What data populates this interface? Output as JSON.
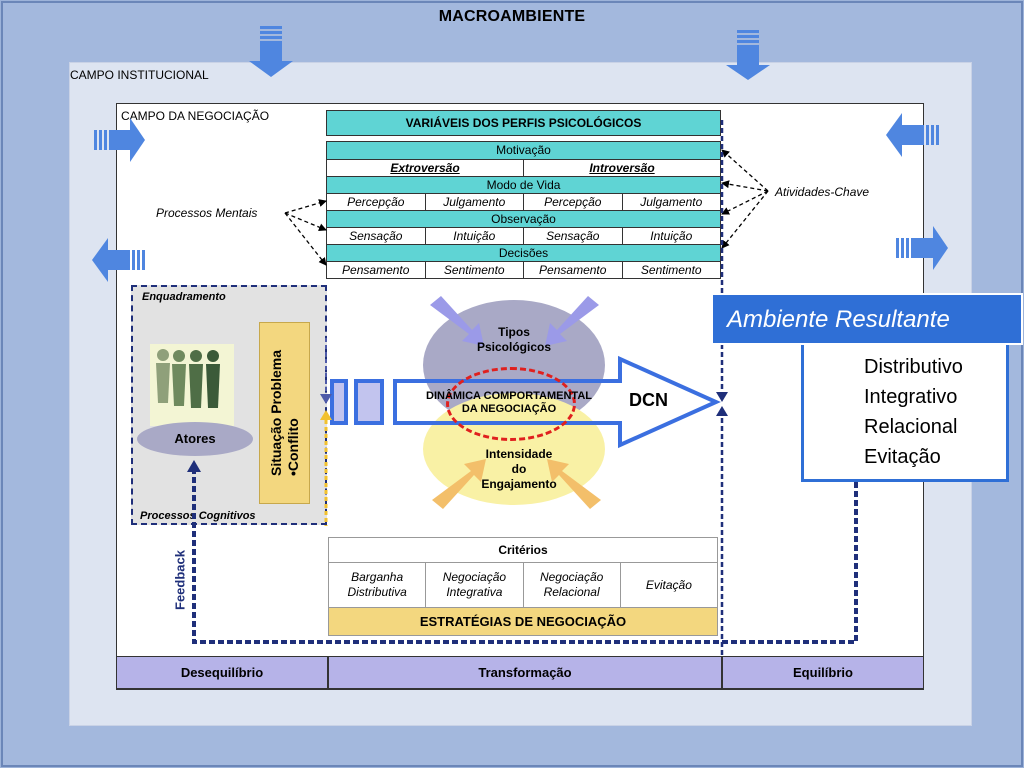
{
  "title": "MACROAMBIENTE",
  "campo_institucional": "CAMPO INSTITUCIONAL",
  "campo_negociacao": "CAMPO DA NEGOCIAÇÃO",
  "variaveis_titulo": "VARIÁVEIS DOS PERFIS PSICOLÓGICOS",
  "variaveis": {
    "motivacao": "Motivação",
    "extroversao": "Extroversão",
    "introversao": "Introversão",
    "modo_de_vida": "Modo de Vida",
    "modo_cells": [
      "Percepção",
      "Julgamento",
      "Percepção",
      "Julgamento"
    ],
    "observacao": "Observação",
    "obs_cells": [
      "Sensação",
      "Intuição",
      "Sensação",
      "Intuição"
    ],
    "decisoes": "Decisões",
    "dec_cells": [
      "Pensamento",
      "Sentimento",
      "Pensamento",
      "Sentimento"
    ]
  },
  "processos_mentais": "Processos Mentais",
  "atividades_chave": "Atividades-Chave",
  "enquadramento": "Enquadramento",
  "processos_cognitivos": "Processos Cognitivos",
  "atores": "Atores",
  "situacao_problema": "Situação Problema",
  "conflito": "•Conflito",
  "tipos_psicologicos_1": "Tipos",
  "tipos_psicologicos_2": "Psicológicos",
  "dinamica_1": "DINÂMICA COMPORTAMENTAL",
  "dinamica_2": "DA NEGOCIAÇÃO",
  "intensidade_1": "Intensidade",
  "intensidade_2": "do",
  "intensidade_3": "Engajamento",
  "dcn": "DCN",
  "criterios": {
    "header": "Critérios",
    "cells": [
      [
        "Barganha",
        "Distributiva"
      ],
      [
        "Negociação",
        "Integrativa"
      ],
      [
        "Negociação",
        "Relacional"
      ],
      [
        "Evitação"
      ]
    ],
    "footer": "ESTRATÉGIAS DE NEGOCIAÇÃO"
  },
  "feedback": "Feedback",
  "bottom": {
    "desequilibrio": "Desequilíbrio",
    "transformacao": "Transformação",
    "equilibrio": "Equilíbrio"
  },
  "ambiente_resultante": {
    "title": "Ambiente Resultante",
    "items": [
      "Distributivo",
      "Integrativo",
      "Relacional",
      "Evitação"
    ]
  },
  "colors": {
    "teal": "#5fd4d4",
    "blue": "#2f6fd6",
    "navy": "#1f2f7a",
    "gold": "#f3d77f",
    "lavender": "#b6b3e8"
  }
}
